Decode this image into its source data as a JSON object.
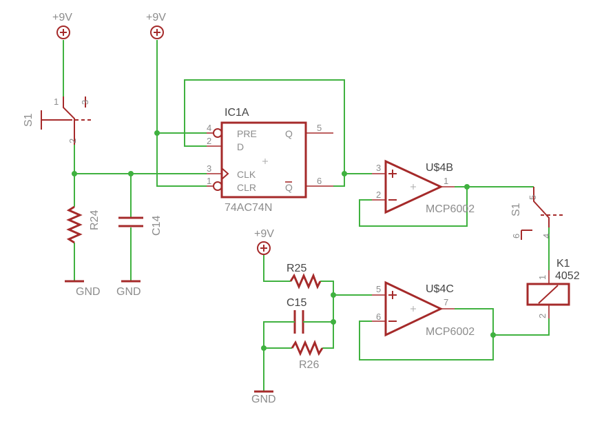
{
  "supplies": {
    "vcc1": "+9V",
    "vcc2": "+9V",
    "vcc3": "+9V",
    "gnd1": "GND",
    "gnd2": "GND",
    "gnd3": "GND"
  },
  "switch_left": {
    "name": "S1",
    "pin1": "1",
    "pin2": "2",
    "pin3": "3"
  },
  "r24": {
    "name": "R24"
  },
  "c14": {
    "name": "C14"
  },
  "ic1a": {
    "name": "IC1A",
    "part": "74AC74N",
    "pins": {
      "pre": "PRE",
      "d": "D",
      "clk": "CLK",
      "clr": "CLR",
      "q": "Q",
      "qbar": "Q"
    },
    "pin_numbers": {
      "pre": "4",
      "d": "2",
      "clk": "3",
      "clr": "1",
      "q": "5",
      "qbar": "6"
    }
  },
  "u4b": {
    "name": "U$4B",
    "part": "MCP6002",
    "pin_in_plus": "3",
    "pin_in_minus": "2",
    "pin_out": "1"
  },
  "u4c": {
    "name": "U$4C",
    "part": "MCP6002",
    "pin_in_plus": "5",
    "pin_in_minus": "6",
    "pin_out": "7"
  },
  "switch_right": {
    "name": "S1",
    "pin5": "5",
    "pin6": "6",
    "pin4": "4"
  },
  "relay": {
    "name": "K1",
    "part": "4052",
    "pin1": "1",
    "pin2": "2"
  },
  "r25": {
    "name": "R25"
  },
  "c15": {
    "name": "C15"
  },
  "r26": {
    "name": "R26"
  },
  "colors": {
    "wire": "#3fb13f",
    "part": "#a52a2a",
    "label": "#8c8c8c"
  }
}
